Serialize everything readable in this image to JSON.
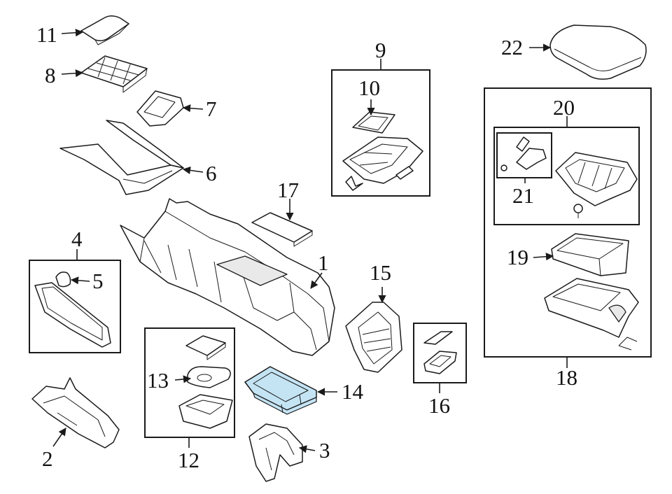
{
  "diagram": {
    "highlight_color": "#c4e4f4",
    "callouts": {
      "c1": "1",
      "c2": "2",
      "c3": "3",
      "c4": "4",
      "c5": "5",
      "c6": "6",
      "c7": "7",
      "c8": "8",
      "c9": "9",
      "c10": "10",
      "c11": "11",
      "c12": "12",
      "c13": "13",
      "c14": "14",
      "c15": "15",
      "c16": "16",
      "c17": "17",
      "c18": "18",
      "c19": "19",
      "c20": "20",
      "c21": "21",
      "c22": "22"
    }
  }
}
